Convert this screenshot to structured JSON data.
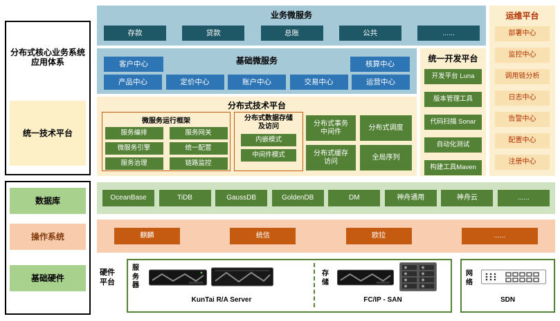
{
  "colors": {
    "dark_teal": "#1E5765",
    "medium_blue": "#2E75B6",
    "green": "#538135",
    "orange": "#C55A11",
    "light_blue_bg": "#A6C9D8",
    "cream_bg": "#FCEFD0",
    "light_green_bg": "#CFE3C2",
    "light_peach_bg": "#F8CDB0",
    "tan_box": "#F9E0B0",
    "dark_red_text": "#B23000",
    "hardware_border": "#538135"
  },
  "left_panel": {
    "app_system": "分布式核心业务系统应用体系",
    "tech_platform": "统一技术平台",
    "database": "数据库",
    "os": "操作系统",
    "hardware": "基础硬件"
  },
  "business_services": {
    "title": "业务微服务",
    "items": [
      "存款",
      "贷款",
      "总账",
      "公共",
      "......"
    ]
  },
  "base_services": {
    "title": "基础微服务",
    "customer_center": "客户中心",
    "accounting_center": "核算中心",
    "row2": [
      "产品中心",
      "定价中心",
      "账户中心",
      "交易中心",
      "运营中心"
    ]
  },
  "dev_platform": {
    "title": "统一开发平台",
    "items": [
      "开发平台 Luna",
      "版本管理工具",
      "代码扫描 Sonar",
      "自动化测试",
      "构建工具Maven"
    ]
  },
  "ops_platform": {
    "title": "运维平台",
    "items": [
      "部署中心",
      "监控中心",
      "调用链分析",
      "日志中心",
      "告警中心",
      "配置中心",
      "注册中心"
    ]
  },
  "distributed_tech_platform": {
    "title": "分布式技术平台",
    "runtime_framework": {
      "title": "微服务运行框架",
      "items": [
        "服务编排",
        "服务网关",
        "微服务引擎",
        "统一配置",
        "服务治理",
        "链路监控"
      ]
    },
    "data_storage": {
      "title": "分布式数据存储及访问",
      "items": [
        "内嵌模式",
        "中间件模式"
      ]
    },
    "modules": [
      "分布式事务中间件",
      "分布式调度",
      "分布式缓存访问",
      "全局序列"
    ]
  },
  "databases": {
    "items": [
      "OceanBase",
      "TiDB",
      "GaussDB",
      "GoldenDB",
      "DM",
      "神舟通用",
      "神舟云",
      "......"
    ]
  },
  "operating_systems": {
    "items": [
      "麒麟",
      "统信",
      "欧拉",
      "......"
    ]
  },
  "hardware_platform": {
    "label": "硬件平台",
    "server_label": "服务器",
    "server_caption": "KunTai R/A Server",
    "storage_label": "存储",
    "storage_caption": "FC/IP - SAN",
    "network_label": "网络",
    "network_caption": "SDN"
  }
}
